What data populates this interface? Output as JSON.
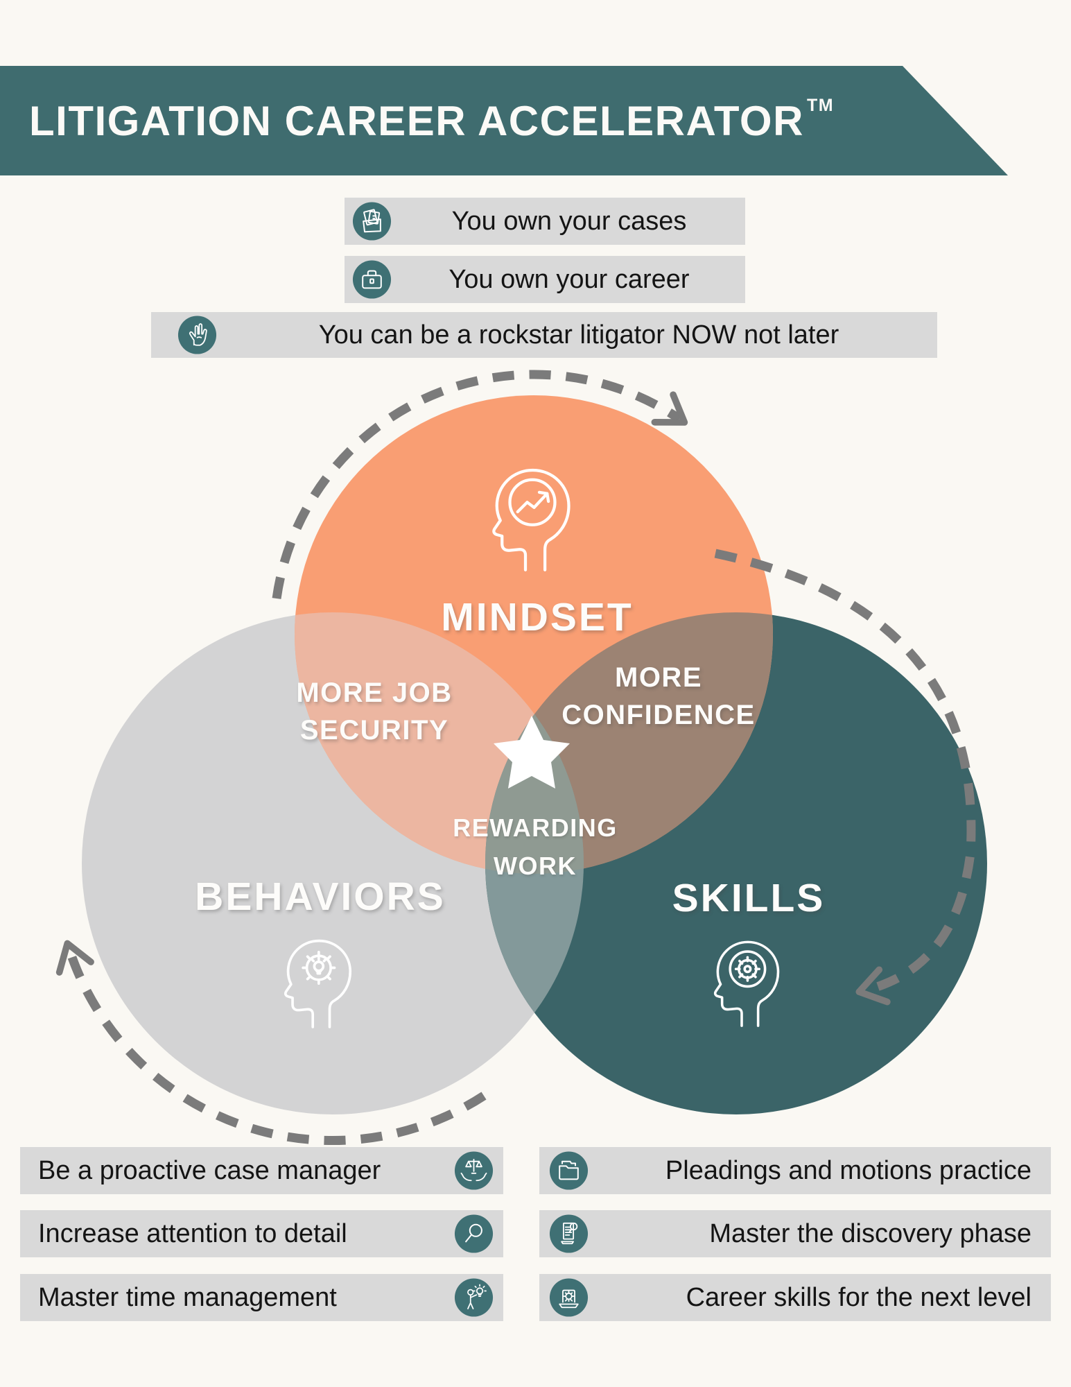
{
  "header": {
    "title": "LITIGATION CAREER ACCELERATOR",
    "trademark": "TM"
  },
  "top_bullets": [
    {
      "icon": "case-files-icon",
      "label": "You own your cases"
    },
    {
      "icon": "briefcase-icon",
      "label": "You own your career"
    },
    {
      "icon": "rock-hand-icon",
      "label": "You can be a rockstar litigator NOW not later"
    }
  ],
  "venn": {
    "mindset": {
      "label": "MINDSET",
      "icon": "mindset-head-icon"
    },
    "behaviors": {
      "label": "BEHAVIORS",
      "icon": "behaviors-head-icon"
    },
    "skills": {
      "label": "SKILLS",
      "icon": "skills-head-icon"
    },
    "overlap_mindset_behaviors": {
      "line1": "MORE JOB",
      "line2": "SECURITY"
    },
    "overlap_mindset_skills": {
      "line1": "MORE",
      "line2": "CONFIDENCE"
    },
    "overlap_center": {
      "line1": "REWARDING",
      "line2": "WORK",
      "icon": "star-icon"
    }
  },
  "bottom_left_bullets": [
    {
      "label": "Be a proactive case manager",
      "icon": "scales-hands-icon"
    },
    {
      "label": "Increase attention to detail",
      "icon": "magnifier-icon"
    },
    {
      "label": "Master time management",
      "icon": "person-idea-icon"
    }
  ],
  "bottom_right_bullets": [
    {
      "icon": "folder-icon",
      "label": "Pleadings and motions practice"
    },
    {
      "icon": "document-search-icon",
      "label": "Master the discovery phase"
    },
    {
      "icon": "laptop-gear-icon",
      "label": "Career skills for the next level"
    }
  ],
  "colors": {
    "background": "#FAF8F3",
    "banner_teal": "#3F6C6F",
    "bar_gray": "#D9D9D9",
    "icon_teal": "#3F7074",
    "orange": "#F99E73",
    "light_gray": "#D3D3D4",
    "teal_circle": "#3B6468",
    "overlap_pink": "#ECB6A1",
    "overlap_brown": "#9C8373",
    "overlap_teal_gray": "#83999A",
    "overlap_center": "#8F9A92",
    "arrow_gray": "#7B7B7B",
    "text_dark": "#141414",
    "white": "#FFFFFF"
  }
}
